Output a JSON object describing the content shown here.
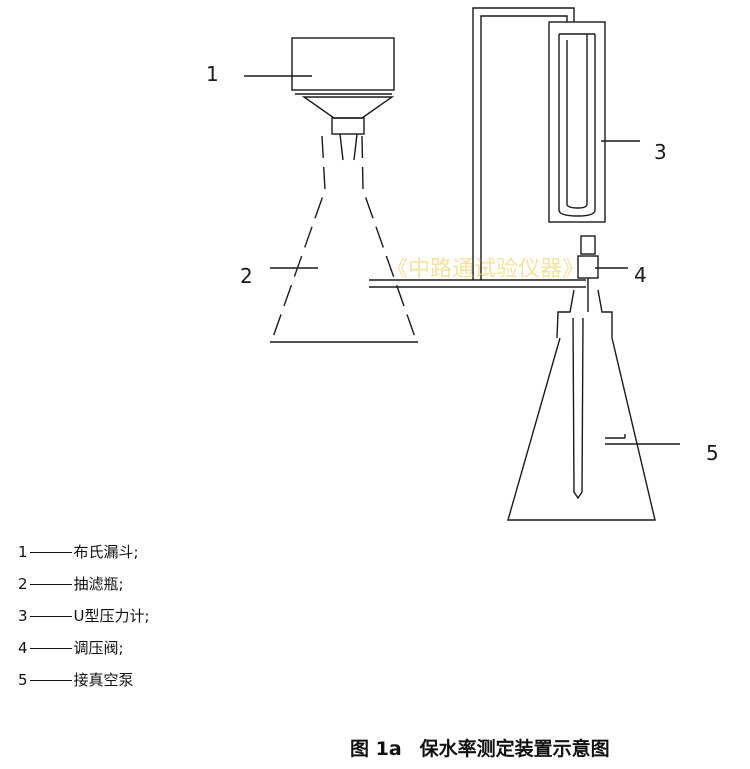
{
  "callouts": [
    {
      "number": "1"
    },
    {
      "number": "2"
    },
    {
      "number": "3"
    },
    {
      "number": "4"
    },
    {
      "number": "5"
    }
  ],
  "watermark": "《中路通试验仪器》",
  "legend": [
    {
      "number": "1",
      "text": "布氏漏斗;"
    },
    {
      "number": "2",
      "text": "抽滤瓶;"
    },
    {
      "number": "3",
      "text": "U型压力计;"
    },
    {
      "number": "4",
      "text": "调压阀;"
    },
    {
      "number": "5",
      "text": "接真空泵"
    }
  ],
  "caption": {
    "figure_number": "图 1a",
    "title": "保水率测定装置示意图"
  },
  "colors": {
    "line": "#1a1a1a",
    "watermark": "#f1cf5a"
  }
}
